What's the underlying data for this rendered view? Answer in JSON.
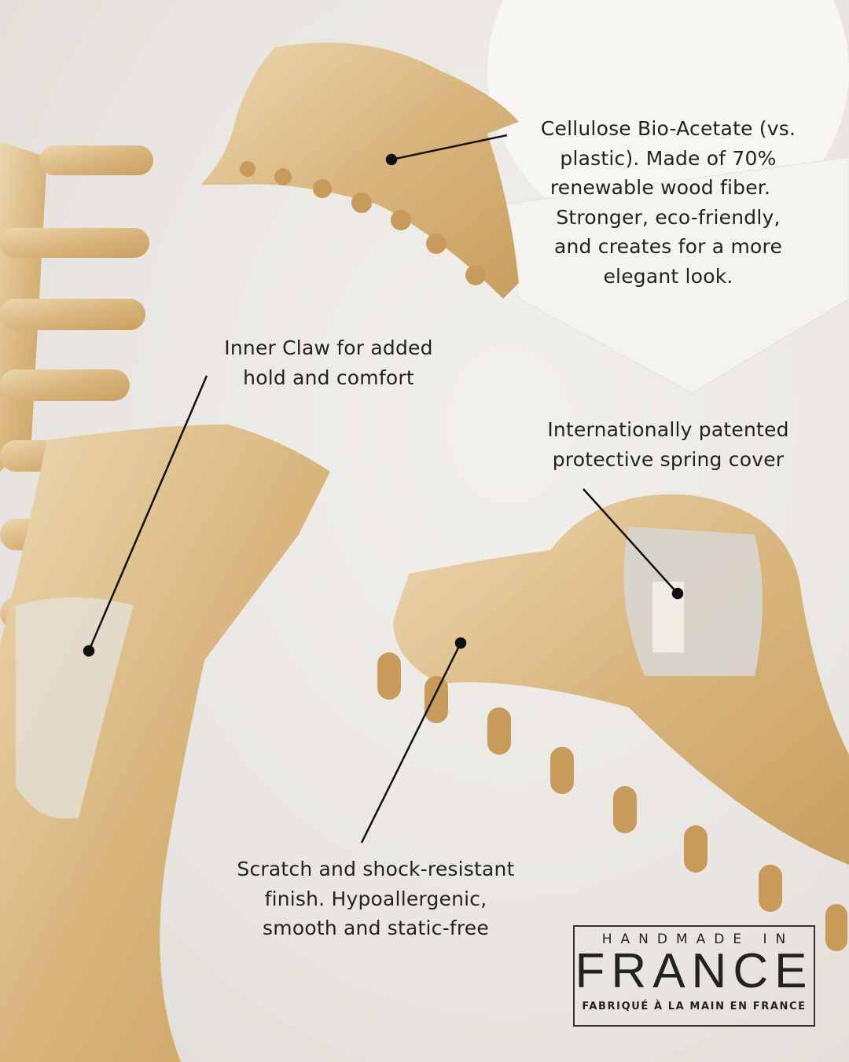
{
  "callouts": {
    "material": [
      "Cellulose Bio-Acetate (vs.",
      "plastic). Made of 70%",
      "renewable wood fiber.",
      "Stronger, eco-friendly,",
      "and creates for a more",
      "elegant look."
    ],
    "inner_claw": [
      "Inner Claw for added",
      "hold and comfort"
    ],
    "spring_cover": [
      "Internationally patented",
      "protective spring cover"
    ],
    "finish": [
      "Scratch and shock-resistant",
      "finish. Hypoallergenic,",
      "smooth and static-free"
    ]
  },
  "badge": {
    "line1": "HANDMADE IN",
    "line2": "FRANCE",
    "line3": "FABRIQUÉ À LA MAIN EN FRANCE"
  },
  "colors": {
    "claw": "#d9b67e",
    "claw_light": "#ecd7b0",
    "background": "#ebe8e3"
  }
}
